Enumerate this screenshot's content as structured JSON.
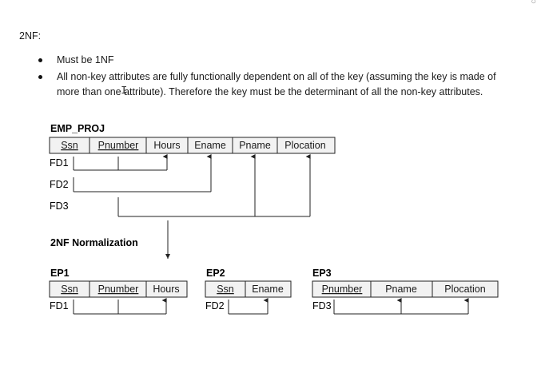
{
  "heading": "2NF:",
  "bullets": [
    "Must be 1NF",
    "All non-key attributes are fully functionally dependent on all of the key (assuming the key is made of more than one attribute). Therefore the key must be the determinant of all the non-key attributes."
  ],
  "diagram": {
    "emp_proj": {
      "title": "EMP_PROJ",
      "columns": [
        "Ssn",
        "Pnumber",
        "Hours",
        "Ename",
        "Pname",
        "Plocation"
      ],
      "fd_labels": [
        "FD1",
        "FD2",
        "FD3"
      ]
    },
    "normalization_label": "2NF Normalization",
    "ep1": {
      "title": "EP1",
      "columns": [
        "Ssn",
        "Pnumber",
        "Hours"
      ],
      "fd_label": "FD1"
    },
    "ep2": {
      "title": "EP2",
      "columns": [
        "Ssn",
        "Ename"
      ],
      "fd_label": "FD2"
    },
    "ep3": {
      "title": "EP3",
      "columns": [
        "Pnumber",
        "Pname",
        "Plocation"
      ],
      "fd_label": "FD3"
    }
  },
  "cursor_glyph": "I",
  "colors": {
    "cell_fill": "#f2f2f2",
    "line": "#222222"
  }
}
